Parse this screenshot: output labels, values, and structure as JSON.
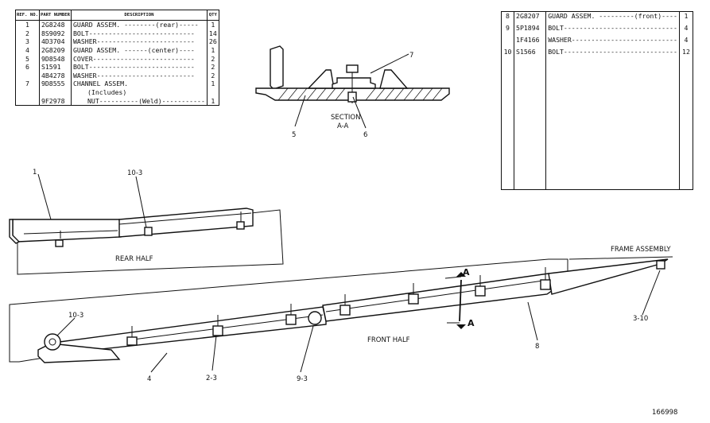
{
  "parts_table_left": {
    "headers": {
      "ref": "REF. NO.",
      "part": "PART NUMBER",
      "desc": "DESCRIPTION",
      "qty": "QTY"
    },
    "rows": [
      {
        "ref": "1",
        "part": "2G8248",
        "desc": "GUARD ASSEM. --------(rear)-----",
        "qty": "1"
      },
      {
        "ref": "2",
        "part": "8S9092",
        "desc": "BOLT---------------------------",
        "qty": "14"
      },
      {
        "ref": "3",
        "part": "4D3704",
        "desc": "WASHER-------------------------",
        "qty": "26"
      },
      {
        "ref": "4",
        "part": "2G8209",
        "desc": "GUARD ASSEM. ------(center)----",
        "qty": "1"
      },
      {
        "ref": "5",
        "part": "9D8548",
        "desc": "COVER--------------------------",
        "qty": "2"
      },
      {
        "ref": "6",
        "part": "S1591",
        "desc": "BOLT---------------------------",
        "qty": "2"
      },
      {
        "ref": "",
        "part": "4B4278",
        "desc": "WASHER-------------------------",
        "qty": "2"
      },
      {
        "ref": "7",
        "part": "9D8555",
        "desc": "CHANNEL ASSEM.",
        "qty": "1"
      },
      {
        "ref": "",
        "part": "",
        "desc": "(Includes)",
        "qty": ""
      },
      {
        "ref": "",
        "part": "9F2978",
        "desc": "NUT----------(Weld)-----------",
        "qty": "1"
      }
    ]
  },
  "parts_table_right": {
    "rows": [
      {
        "ref": "8",
        "part": "2G8207",
        "desc": "GUARD ASSEM. ---------(front)----",
        "qty": "1"
      },
      {
        "ref": "9",
        "part": "5P1894",
        "desc": "BOLT-----------------------------",
        "qty": "4"
      },
      {
        "ref": "",
        "part": "1F4166",
        "desc": "WASHER---------------------------",
        "qty": "4"
      },
      {
        "ref": "10",
        "part": "S1566",
        "desc": "BOLT-----------------------------",
        "qty": "12"
      }
    ]
  },
  "labels": {
    "section_title": "SECTION",
    "section_sub": "A-A",
    "rear_half": "REAR HALF",
    "front_half": "FRONT HALF",
    "frame_assembly": "FRAME ASSEMBLY",
    "section_arrow_top": "A",
    "section_arrow_bottom": "A",
    "drawing_number": "166998"
  },
  "callouts": {
    "c1": "1",
    "c10_3_rear": "10-3",
    "c7": "7",
    "c5": "5",
    "c6": "6",
    "c10_3_front": "10-3",
    "c4": "4",
    "c2_3": "2-3",
    "c9_3": "9-3",
    "c8": "8",
    "c3_10": "3-10"
  }
}
